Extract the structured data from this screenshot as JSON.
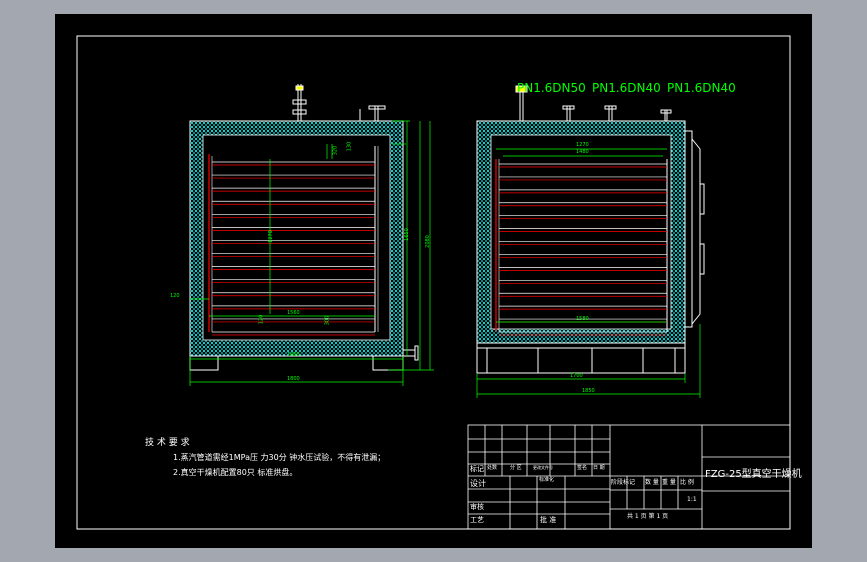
{
  "colors": {
    "background": "#000000",
    "frame": "#ffffff",
    "dimension": "#00ff00",
    "shelf": "#ff0000",
    "insulation": "#00d0d0",
    "viewport": "#a3a7b0",
    "pipe": "#ffff00"
  },
  "pipe_labels": [
    "PN1.6DN50",
    "PN1.6DN40",
    "PN1.6DN40"
  ],
  "dimensions": {
    "left": [
      "1400",
      "1800",
      "1560",
      "1270",
      "120",
      "120",
      "1650",
      "2080",
      "300",
      "320",
      "130"
    ],
    "right": [
      "1270",
      "1480",
      "1580",
      "1700",
      "1850"
    ]
  },
  "notes": {
    "title": "技 术 要 求",
    "items": [
      "1.蒸汽管道需经1MPa压 力30分 钟水压试验，不得有泄漏；",
      "2.真空干燥机配置80只 标准烘盘。"
    ]
  },
  "title_block": {
    "drawing_title": "FZG-25型真空干燥机",
    "row_labels": [
      "标记",
      "设计",
      "审核",
      "工艺"
    ],
    "small_labels": [
      "处数",
      "分 区",
      "更改文件号",
      "签名",
      "日 期",
      "标准化",
      "批 准"
    ],
    "header_labels": [
      "阶段标记",
      "数 量",
      "重 量",
      "比 例"
    ],
    "scale": "1:1",
    "sheet_info": "共 1 页    第 1 页"
  }
}
